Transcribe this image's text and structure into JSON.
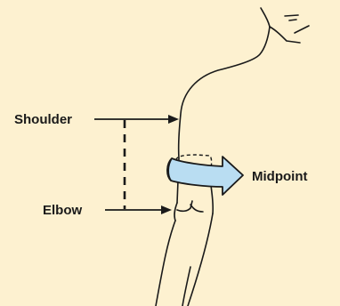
{
  "colors": {
    "background": "#fdf1d0",
    "outline": "#1a1a1a",
    "band_fill": "#b9ddf2",
    "band_stroke": "#1a1a1a"
  },
  "labels": {
    "shoulder": "Shoulder",
    "elbow": "Elbow",
    "midpoint": "Midpoint"
  }
}
